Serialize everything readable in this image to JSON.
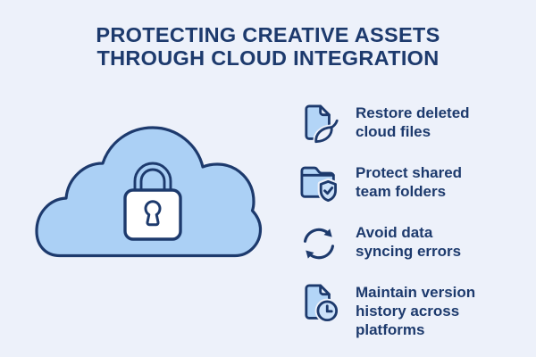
{
  "colors": {
    "bg": "#edf1fa",
    "navy": "#1d3a6d",
    "cloud-fill": "#abd0f5",
    "icon-fill": "#b3d5f7",
    "icon-fill-light": "#cde2fa",
    "fold-fill": "#e9f1fc",
    "lock-body": "#ffffff"
  },
  "title": {
    "text": "PROTECTING CREATIVE ASSETS\nTHROUGH CLOUD INTEGRATION"
  },
  "illustration": {
    "name": "cloud-with-padlock"
  },
  "features": [
    {
      "icon": "file-restore-icon",
      "label": "Restore deleted\ncloud files"
    },
    {
      "icon": "folder-shield-icon",
      "label": "Protect shared\nteam folders"
    },
    {
      "icon": "sync-arrows-icon",
      "label": "Avoid data\nsyncing errors"
    },
    {
      "icon": "file-clock-icon",
      "label": "Maintain version\nhistory across\nplatforms"
    }
  ]
}
